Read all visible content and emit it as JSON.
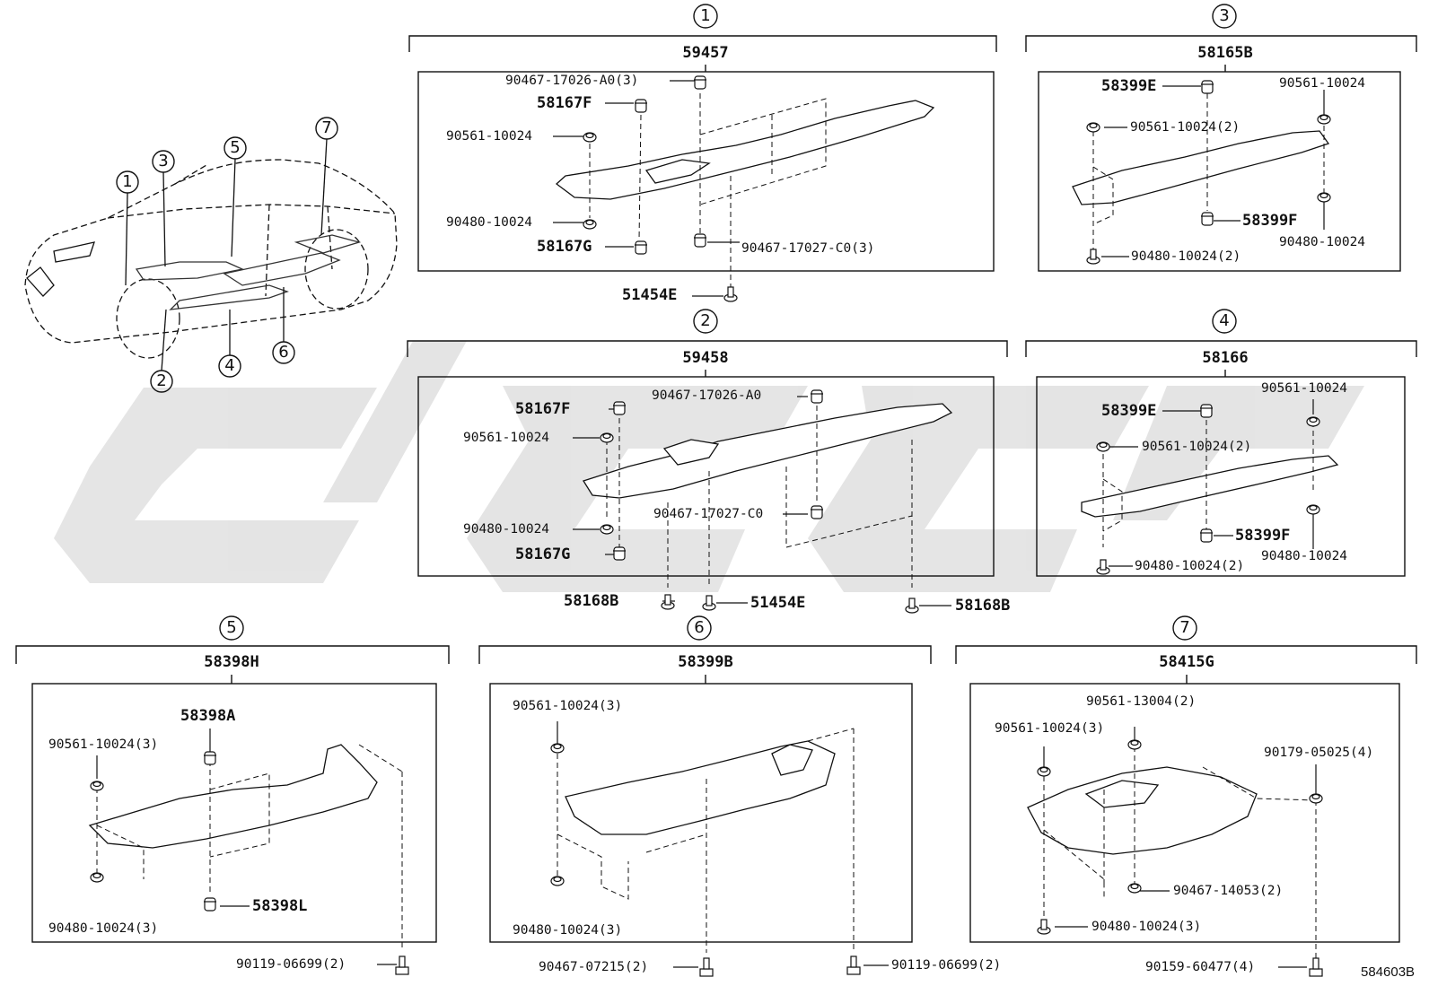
{
  "figure_code": "584603B",
  "car_callouts": [
    "1",
    "3",
    "5",
    "7",
    "2",
    "4",
    "6"
  ],
  "panels": {
    "p1": {
      "number": "1",
      "header": "59457",
      "labels": [
        "90467-17026-A0(3)",
        "58167F",
        "90561-10024",
        "90480-10024",
        "58167G",
        "90467-17027-C0(3)",
        "51454E"
      ]
    },
    "p2": {
      "number": "2",
      "header": "59458",
      "labels": [
        "58167F",
        "90467-17026-A0",
        "90561-10024",
        "90480-10024",
        "58167G",
        "90467-17027-C0",
        "58168B",
        "51454E",
        "58168B"
      ]
    },
    "p3": {
      "number": "3",
      "header": "58165B",
      "labels": [
        "58399E",
        "90561-10024",
        "90561-10024(2)",
        "58399F",
        "90480-10024",
        "90480-10024(2)"
      ]
    },
    "p4": {
      "number": "4",
      "header": "58166",
      "labels": [
        "58399E",
        "90561-10024",
        "90561-10024(2)",
        "58399F",
        "90480-10024",
        "90480-10024(2)"
      ]
    },
    "p5": {
      "number": "5",
      "header": "58398H",
      "labels": [
        "58398A",
        "90561-10024(3)",
        "58398L",
        "90480-10024(3)",
        "90119-06699(2)"
      ]
    },
    "p6": {
      "number": "6",
      "header": "58399B",
      "labels": [
        "90561-10024(3)",
        "90480-10024(3)",
        "90467-07215(2)",
        "90119-06699(2)"
      ]
    },
    "p7": {
      "number": "7",
      "header": "58415G",
      "labels": [
        "90561-13004(2)",
        "90561-10024(3)",
        "90179-05025(4)",
        "90467-14053(2)",
        "90480-10024(3)",
        "90159-60477(4)"
      ]
    }
  },
  "colors": {
    "ink": "#111111",
    "watermark": "#e0e0e0"
  },
  "icons": [
    "clip-icon",
    "bolt-icon",
    "nut-icon",
    "screw-icon"
  ]
}
